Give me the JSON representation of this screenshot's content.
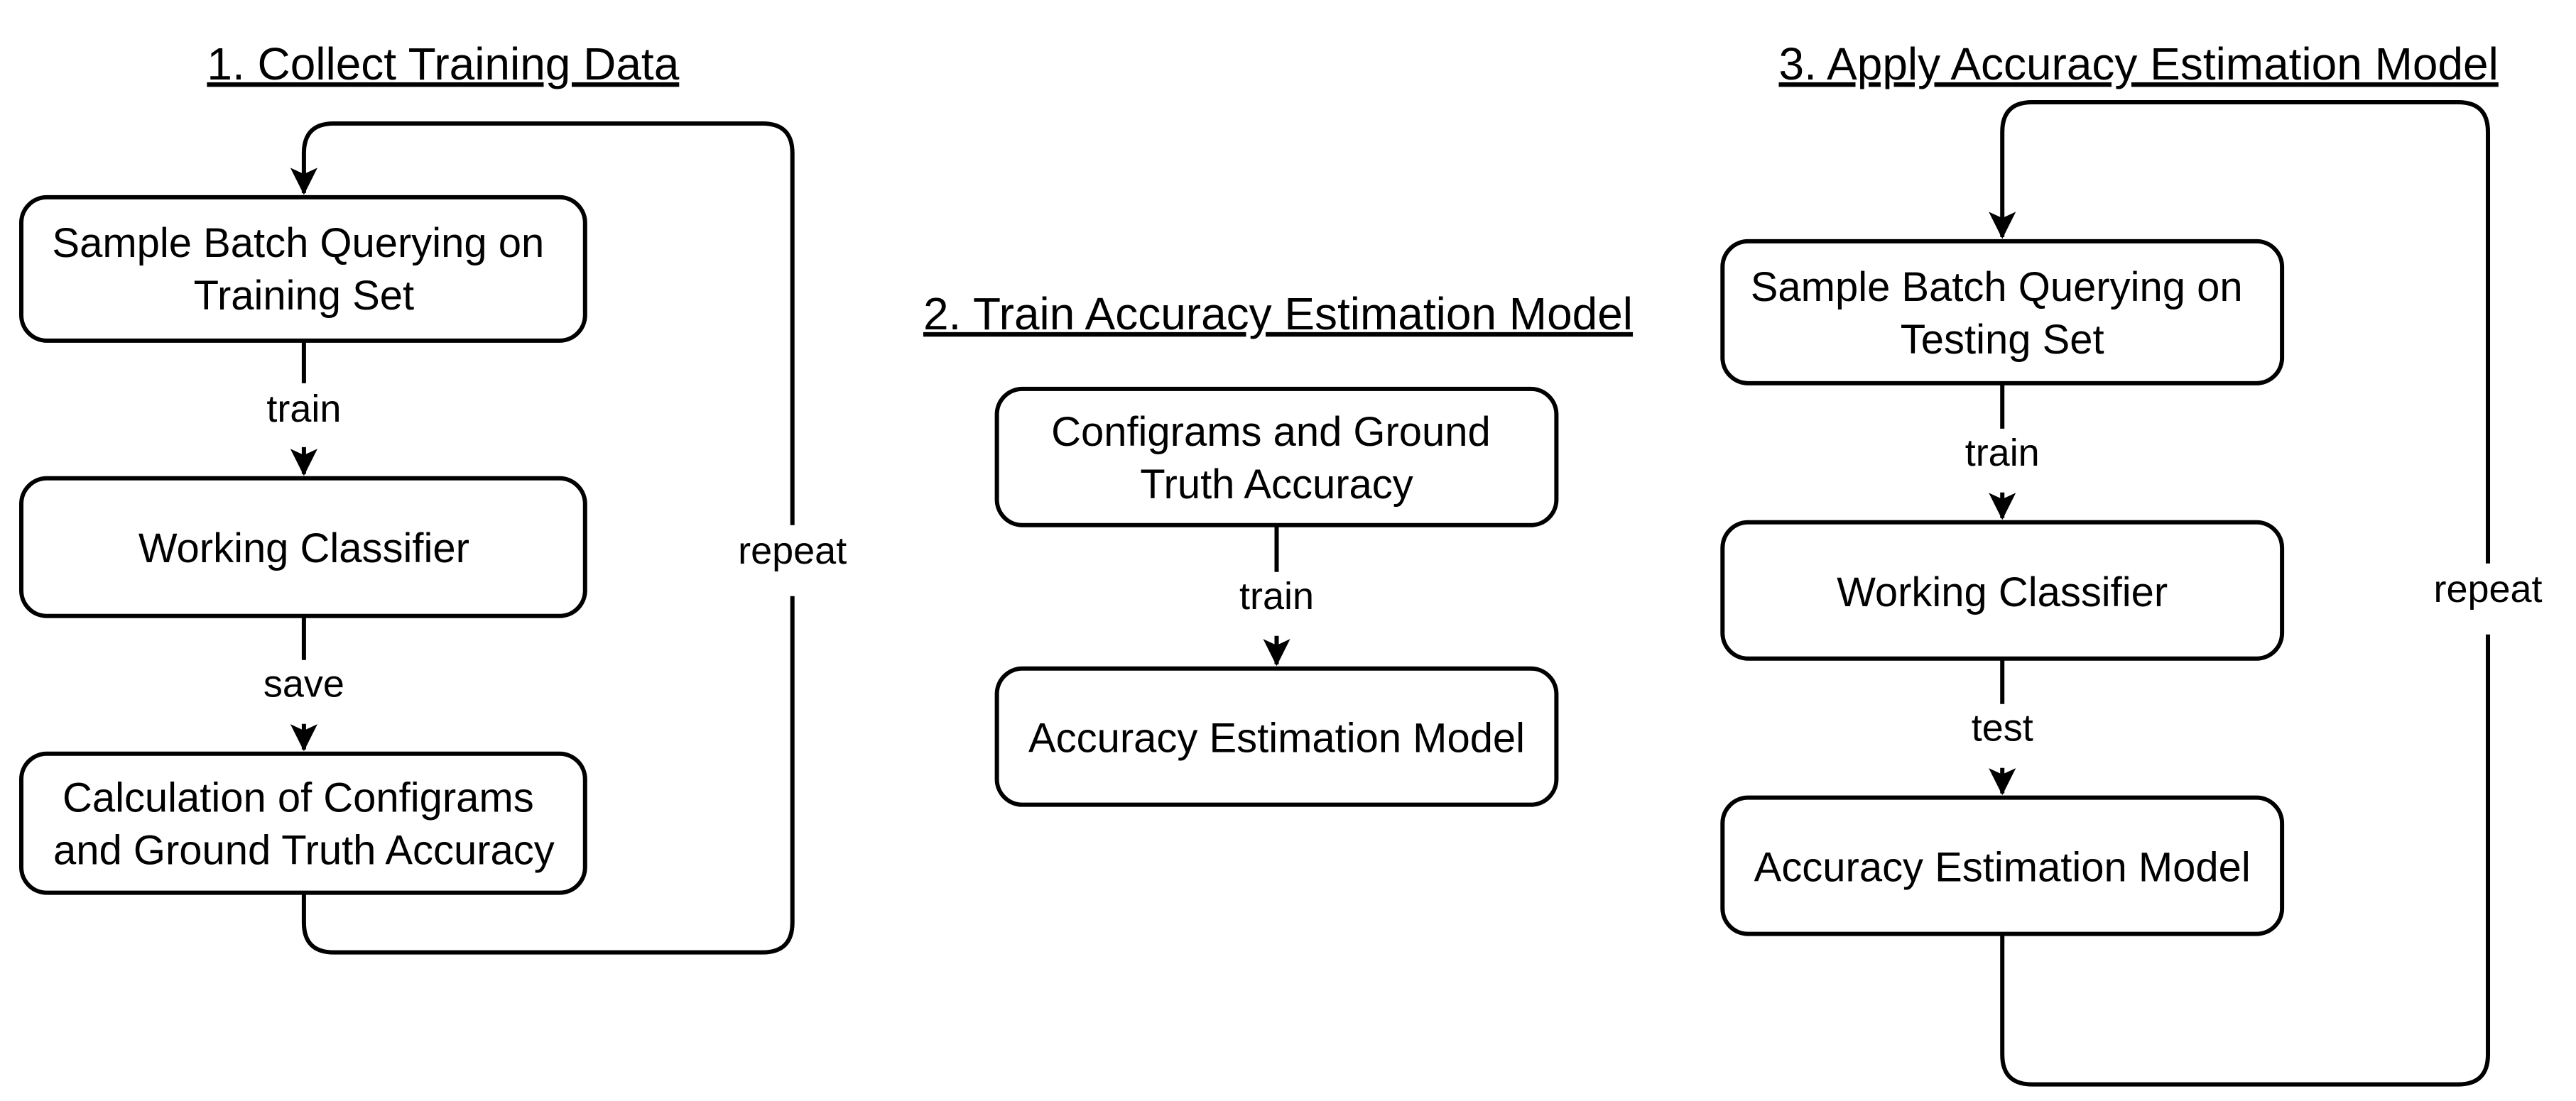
{
  "style": {
    "background": "#ffffff",
    "line_color": "#000000",
    "text_color": "#000000",
    "node_fill": "#ffffff"
  },
  "panel1": {
    "title": "1. Collect Training Data",
    "node1_line1": "Sample Batch Querying on",
    "node1_line2": "Training Set",
    "edge1_label": "train",
    "node2": "Working Classifier",
    "edge2_label": "save",
    "node3_line1": "Calculation of Configrams",
    "node3_line2": "and Ground Truth Accuracy",
    "loop_label": "repeat"
  },
  "panel2": {
    "title": "2. Train Accuracy Estimation Model",
    "node1_line1": "Configrams and Ground",
    "node1_line2": "Truth Accuracy",
    "edge1_label": "train",
    "node2": "Accuracy Estimation Model"
  },
  "panel3": {
    "title": "3. Apply Accuracy Estimation Model",
    "node1_line1": "Sample Batch Querying on",
    "node1_line2": "Testing Set",
    "edge1_label": "train",
    "node2": "Working Classifier",
    "edge2_label": "test",
    "node3": "Accuracy Estimation Model",
    "loop_label": "repeat"
  }
}
